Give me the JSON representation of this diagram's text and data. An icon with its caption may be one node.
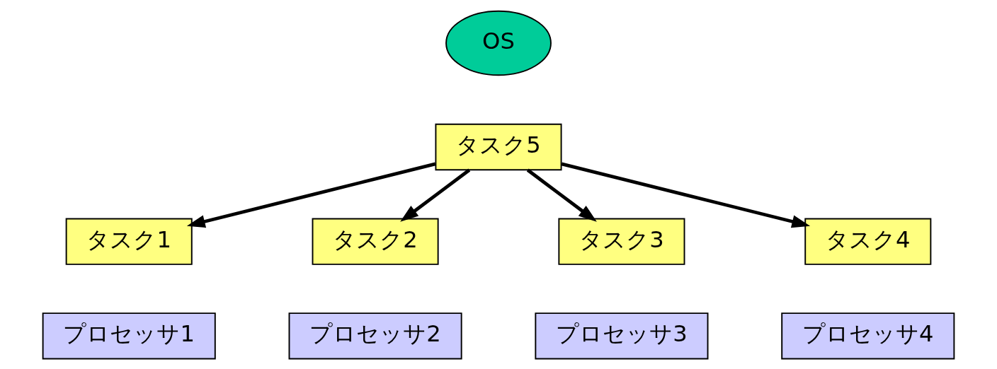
{
  "diagram": {
    "nodes": [
      {
        "text": [
          "OS"
        ]
      },
      {
        "text": [
          "タスク5"
        ]
      },
      {
        "text": [
          "タスク1"
        ]
      },
      {
        "text": [
          "タスク2"
        ]
      },
      {
        "text": [
          "タスク3"
        ]
      },
      {
        "text": [
          "タスク4"
        ]
      },
      {
        "text": [
          "プロセッサ1"
        ]
      },
      {
        "text": [
          "プロセッサ2"
        ]
      },
      {
        "text": [
          "プロセッサ3"
        ]
      },
      {
        "text": [
          "プロセッサ4"
        ]
      }
    ],
    "edges": [
      {
        "from": 1,
        "to": 2,
        "arrow": "to"
      },
      {
        "from": 1,
        "to": 3,
        "arrow": "to"
      },
      {
        "from": 1,
        "to": 4,
        "arrow": "to"
      },
      {
        "from": 1,
        "to": 5,
        "arrow": "to"
      }
    ]
  }
}
